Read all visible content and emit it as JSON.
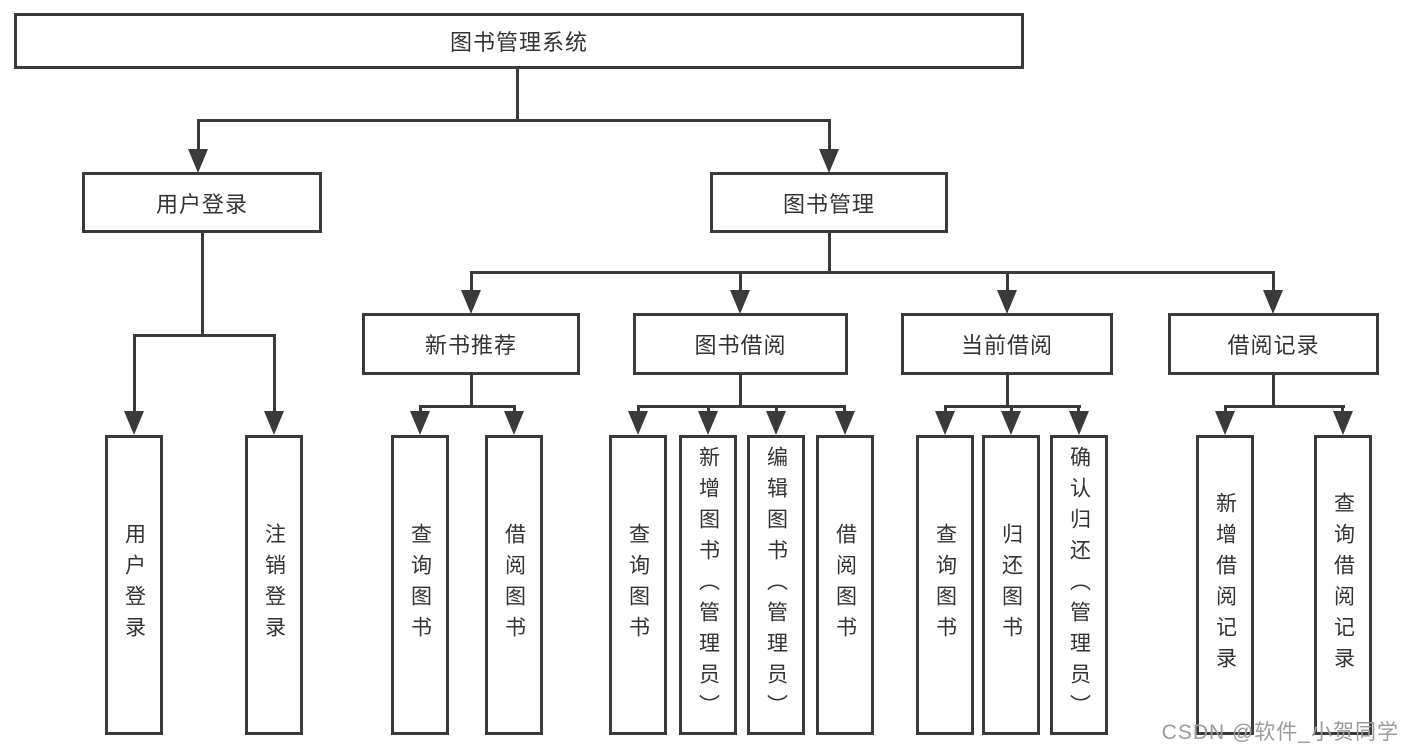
{
  "org_chart": {
    "label": "图书管理系统",
    "children": [
      {
        "label": "用户登录",
        "children": [
          {
            "label": "用户登录"
          },
          {
            "label": "注销登录"
          }
        ]
      },
      {
        "label": "图书管理",
        "children": [
          {
            "label": "新书推荐",
            "children": [
              {
                "label": "查询图书"
              },
              {
                "label": "借阅图书"
              }
            ]
          },
          {
            "label": "图书借阅",
            "children": [
              {
                "label": "查询图书"
              },
              {
                "label": "新增图书（管理员）"
              },
              {
                "label": "编辑图书（管理员）"
              },
              {
                "label": "借阅图书"
              }
            ]
          },
          {
            "label": "当前借阅",
            "children": [
              {
                "label": "查询图书"
              },
              {
                "label": "归还图书"
              },
              {
                "label": "确认归还（管理员）"
              }
            ]
          },
          {
            "label": "借阅记录",
            "children": [
              {
                "label": "新增借阅记录"
              },
              {
                "label": "查询借阅记录"
              }
            ]
          }
        ]
      }
    ]
  },
  "watermark": {
    "text": "CSDN @软件_小贺同学"
  },
  "colors": {
    "line": "#3a3a3a",
    "text": "#333333",
    "background": "#ffffff",
    "watermark": "#9b9b9b"
  }
}
